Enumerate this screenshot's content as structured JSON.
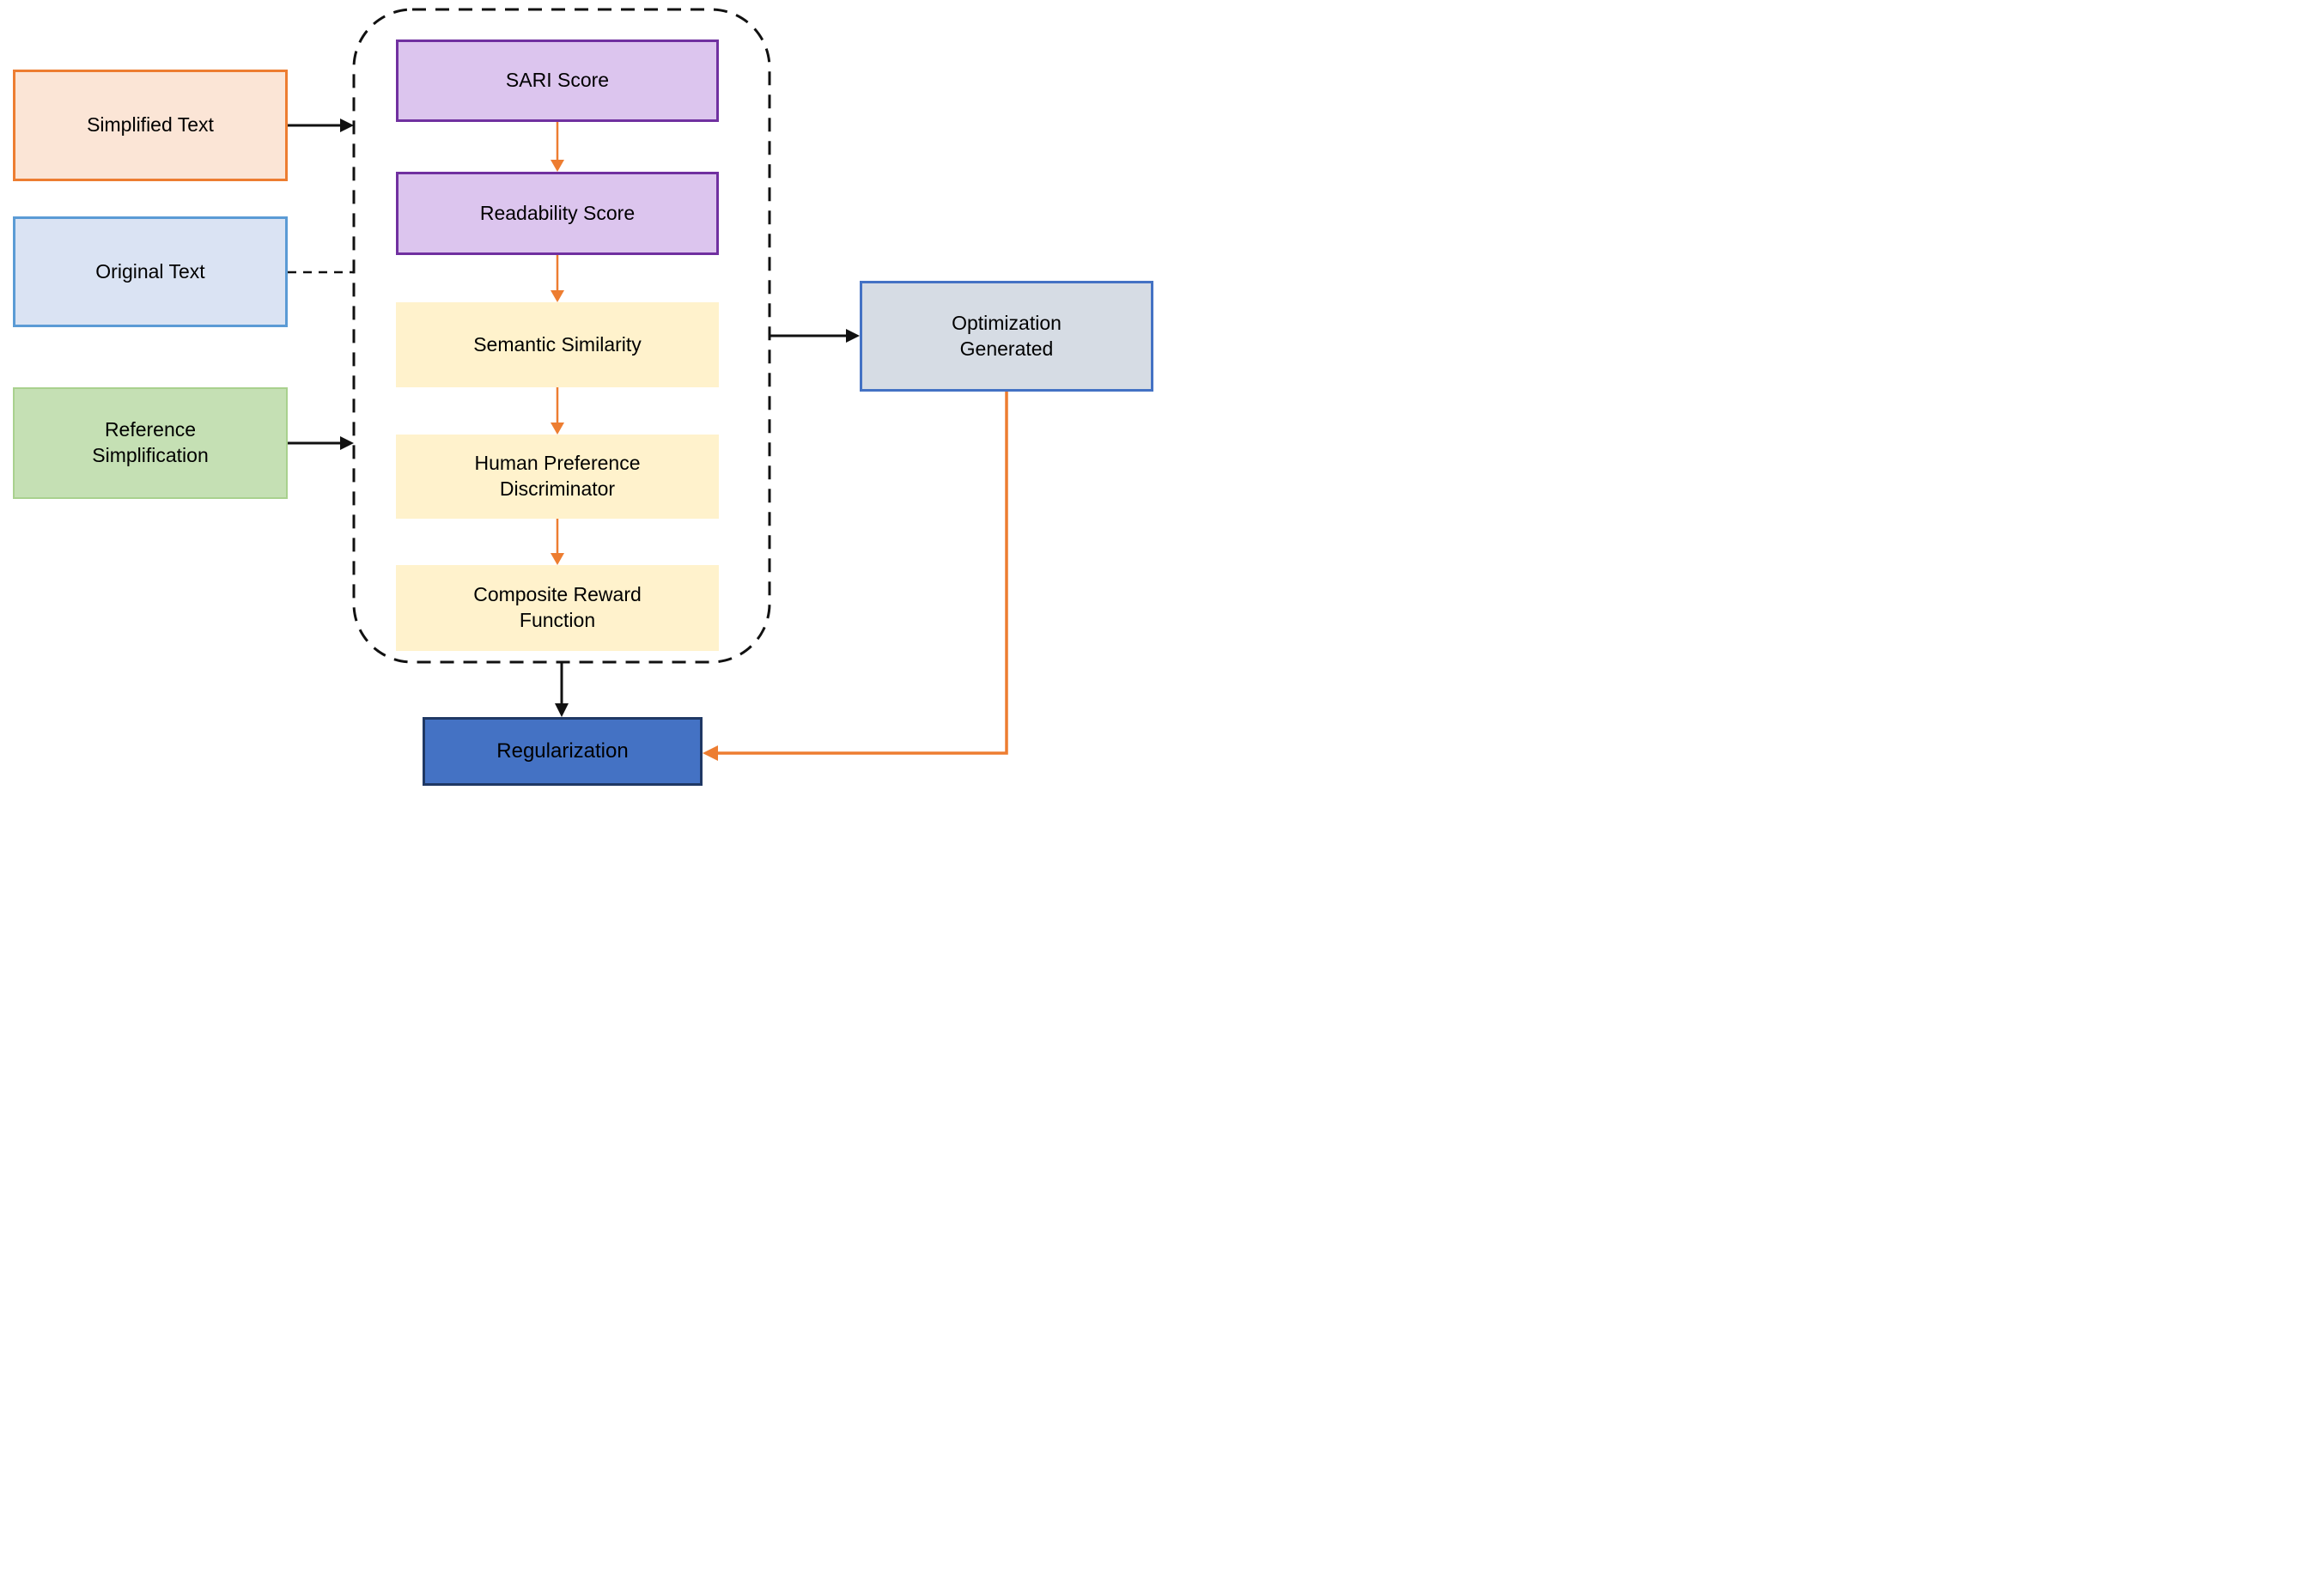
{
  "diagram": {
    "inputs": [
      {
        "id": "simplified-text",
        "label": "Simplified Text"
      },
      {
        "id": "original-text",
        "label": "Original Text"
      },
      {
        "id": "reference-simplification",
        "label": "Reference Simplification"
      }
    ],
    "pipeline": [
      {
        "id": "sari-score",
        "label": "SARI Score",
        "style": "purple"
      },
      {
        "id": "readability-score",
        "label": "Readability Score",
        "style": "purple"
      },
      {
        "id": "semantic-similarity",
        "label": "Semantic Similarity",
        "style": "yellow"
      },
      {
        "id": "human-preference-discriminator",
        "label": "Human Preference Discriminator",
        "style": "yellow"
      },
      {
        "id": "composite-reward-function",
        "label": "Composite Reward Function",
        "style": "yellow"
      }
    ],
    "outputs": [
      {
        "id": "optimization-generated",
        "label": "Optimization Generated"
      },
      {
        "id": "regularization",
        "label": "Regularization"
      }
    ],
    "connections": [
      {
        "from": "simplified-text",
        "to": "reward-pipeline",
        "style": "black-solid-arrow"
      },
      {
        "from": "original-text",
        "to": "reward-pipeline",
        "style": "black-dashed-line"
      },
      {
        "from": "reference-simplification",
        "to": "reward-pipeline",
        "style": "black-solid-arrow"
      },
      {
        "from": "sari-score",
        "to": "readability-score",
        "style": "orange-arrow"
      },
      {
        "from": "readability-score",
        "to": "semantic-similarity",
        "style": "orange-arrow"
      },
      {
        "from": "semantic-similarity",
        "to": "human-preference-discriminator",
        "style": "orange-arrow"
      },
      {
        "from": "human-preference-discriminator",
        "to": "composite-reward-function",
        "style": "orange-arrow"
      },
      {
        "from": "reward-pipeline",
        "to": "optimization-generated",
        "style": "black-solid-arrow"
      },
      {
        "from": "reward-pipeline",
        "to": "regularization",
        "style": "black-solid-arrow"
      },
      {
        "from": "optimization-generated",
        "to": "regularization",
        "style": "orange-elbow-arrow"
      }
    ],
    "colors": {
      "orange_border": "#ED7D31",
      "orange_fill": "#FBE5D6",
      "blue_border": "#5B9BD5",
      "blue_fill": "#DAE3F3",
      "green_border": "#A9D18E",
      "green_fill": "#C5E0B4",
      "purple_border": "#7030A0",
      "purple_fill": "#DCC5EE",
      "yellow_fill": "#FFF2CC",
      "slate_border": "#4472C4",
      "slate_fill": "#D6DCE4",
      "navy_border": "#1F3864",
      "navy_fill": "#4472C4",
      "arrow_black": "#111111",
      "arrow_orange": "#ED7D31",
      "text_color": "#000000"
    }
  }
}
